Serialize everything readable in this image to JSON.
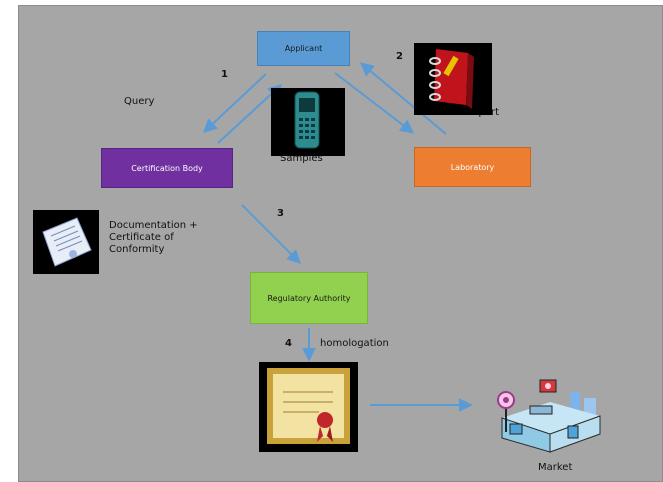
{
  "boxes": {
    "applicant": "Applicant",
    "certification_body": "Certification Body",
    "laboratory": "Laboratory",
    "regulatory_authority": "Regulatory Authority"
  },
  "labels": {
    "query": "Query",
    "samples": "Samples",
    "test_report": "Test Report",
    "documentation": "Documentation +\nCertificate of\nConformity",
    "homologation": "homologation",
    "market": "Market"
  },
  "steps": [
    "1",
    "2",
    "3",
    "4"
  ],
  "colors": {
    "background": "#a6a6a6",
    "applicant": "#5b9bd5",
    "certification_body": "#7030a0",
    "laboratory": "#ed7d31",
    "regulatory_authority": "#92d050",
    "arrow": "#5b9bd5"
  },
  "icons": [
    "report-book-icon",
    "phone-sample-icon",
    "document-icon",
    "certificate-icon",
    "market-store-icon"
  ]
}
